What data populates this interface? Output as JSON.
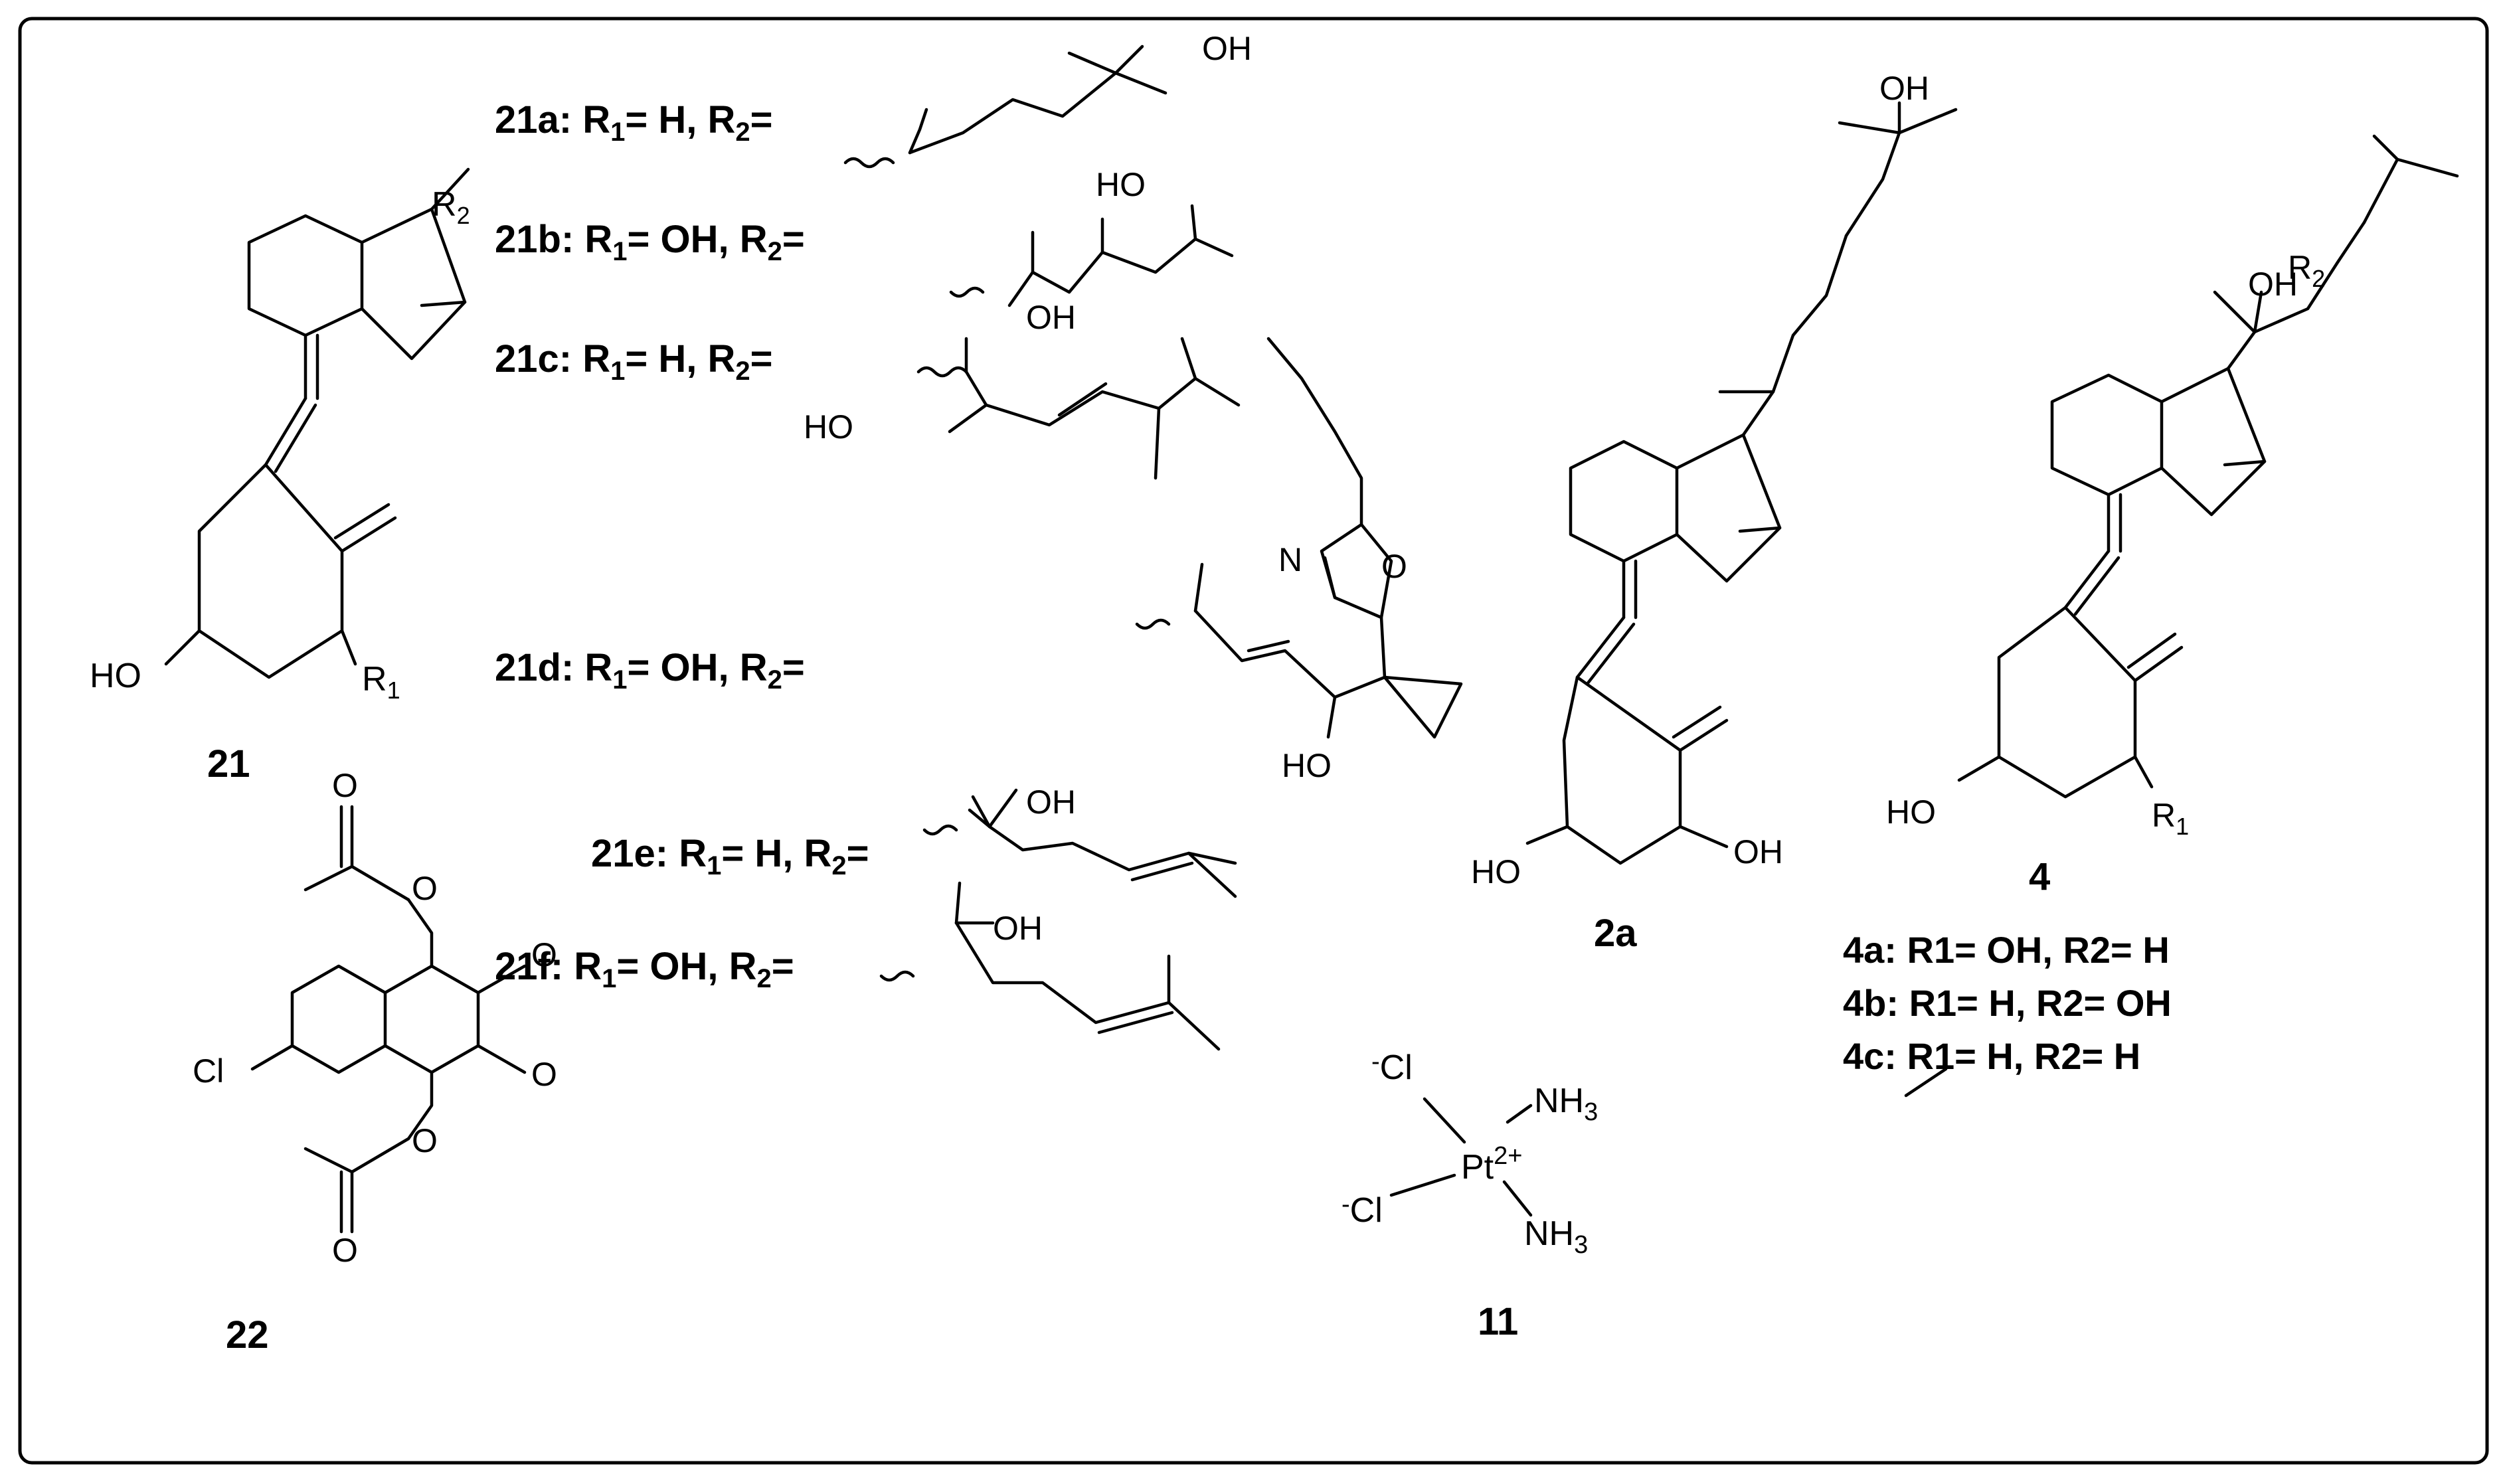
{
  "compounds": {
    "c21": {
      "number": "21",
      "r1_label": "R",
      "r1_sub": "1",
      "r2_label": "R",
      "r2_sub": "2",
      "ho_label": "HO"
    },
    "variants21": [
      {
        "id": "21a",
        "r1": "H",
        "subst_labels": [
          "OH"
        ]
      },
      {
        "id": "21b",
        "r1": "OH",
        "subst_labels": [
          "HO",
          "OH"
        ]
      },
      {
        "id": "21c",
        "r1": "H",
        "subst_labels": [
          "HO"
        ]
      },
      {
        "id": "21d",
        "r1": "OH",
        "subst_labels": [
          "N",
          "O",
          "HO"
        ]
      },
      {
        "id": "21e",
        "r1": "H",
        "subst_labels": [
          "OH"
        ]
      },
      {
        "id": "21f",
        "r1": "OH",
        "subst_labels": [
          "OH"
        ]
      }
    ],
    "variant_text": {
      "sep": ": R",
      "sub1": "1",
      "eq_r2": "= ",
      "comma_r": ", R",
      "sub2": "2",
      "eq": "="
    },
    "c2a": {
      "number": "2a",
      "labels": [
        "OH",
        "HO",
        "OH"
      ]
    },
    "c4": {
      "number": "4",
      "labels": [
        "R",
        "OH",
        "HO",
        "R"
      ],
      "subs": [
        "2",
        "1"
      ],
      "variants": [
        {
          "id": "4a",
          "text": ": R1= OH, R2= H"
        },
        {
          "id": "4b",
          "text": ": R1= H, R2= OH"
        },
        {
          "id": "4c",
          "text": ": R1= H, R2= H"
        }
      ]
    },
    "c22": {
      "number": "22",
      "labels": [
        "O",
        "O",
        "O",
        "O",
        "O",
        "O",
        "Cl"
      ]
    },
    "c11": {
      "number": "11",
      "cl_top": "Cl",
      "cl_bottom": "Cl",
      "charge_minus": "-",
      "pt": "Pt",
      "pt_charge": "2+",
      "nh": "NH",
      "sub3": "3"
    }
  }
}
